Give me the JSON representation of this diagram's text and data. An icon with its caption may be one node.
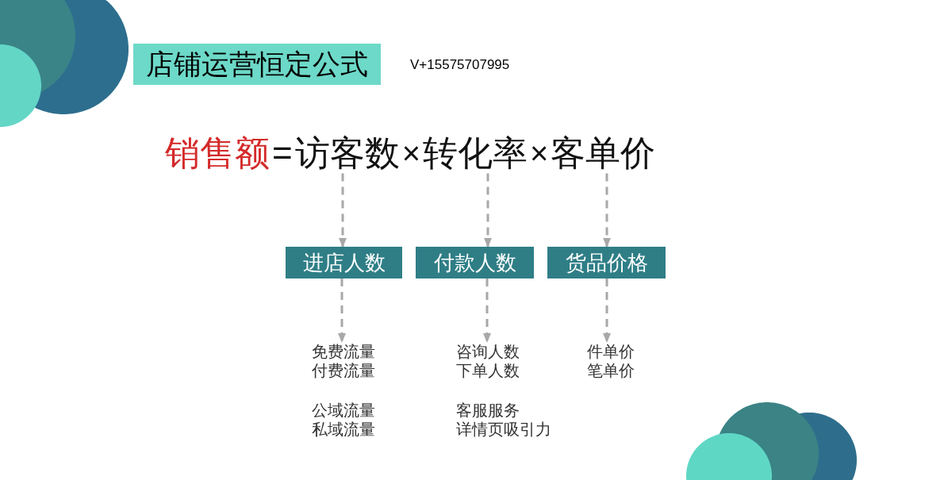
{
  "diagram": {
    "title": "店铺运营恒定公式",
    "nodes": [
      {
        "text": [
          "访客数"
        ]
      },
      {
        "text": [
          "转化率"
        ]
      },
      {
        "text": [
          "客单价"
        ]
      },
      {
        "text": [
          "进店人数"
        ]
      },
      {
        "text": [
          "付款人数"
        ]
      },
      {
        "text": [
          "货品价格"
        ]
      },
      {
        "text": [
          "免费流量",
          "付费流量",
          "公域流量",
          "私域流量"
        ]
      },
      {
        "text": [
          "咨询人数",
          "下单人数",
          "客服服务",
          "详情页吸引力"
        ]
      },
      {
        "text": [
          "件单价",
          "笔单价"
        ]
      }
    ],
    "edges": [
      {
        "from": 0,
        "to": 3,
        "arrow": "to",
        "style": "dashed"
      },
      {
        "from": 1,
        "to": 4,
        "arrow": "to",
        "style": "dashed"
      },
      {
        "from": 2,
        "to": 5,
        "arrow": "to",
        "style": "dashed"
      },
      {
        "from": 3,
        "to": 6,
        "arrow": "to",
        "style": "dashed"
      },
      {
        "from": 4,
        "to": 7,
        "arrow": "to",
        "style": "dashed"
      },
      {
        "from": 5,
        "to": 8,
        "arrow": "to",
        "style": "dashed"
      }
    ],
    "labels": [
      "V+15575707995",
      "销售额",
      "=",
      "×",
      "×"
    ]
  }
}
